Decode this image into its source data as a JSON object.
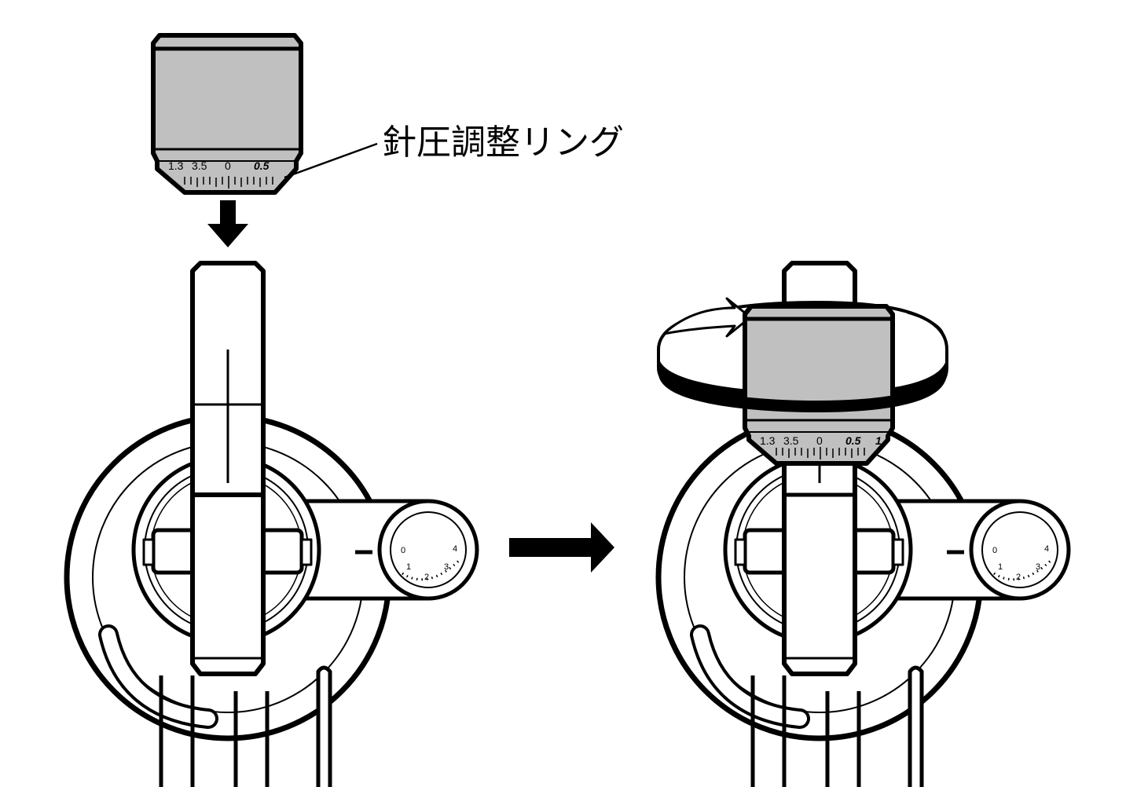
{
  "callout_label": "針圧調整リング",
  "ring_scale_labels": [
    "1.3",
    "3.5",
    "0",
    "0.5",
    "1"
  ],
  "dial_labels": [
    "0",
    "1",
    "2",
    "3",
    "4"
  ],
  "colors": {
    "ring_gray": "#c0c0c0",
    "stroke": "#000000",
    "background": "#ffffff"
  },
  "icons": [
    "down-arrow-icon",
    "right-arrow-icon",
    "rotation-arrow-icon"
  ]
}
